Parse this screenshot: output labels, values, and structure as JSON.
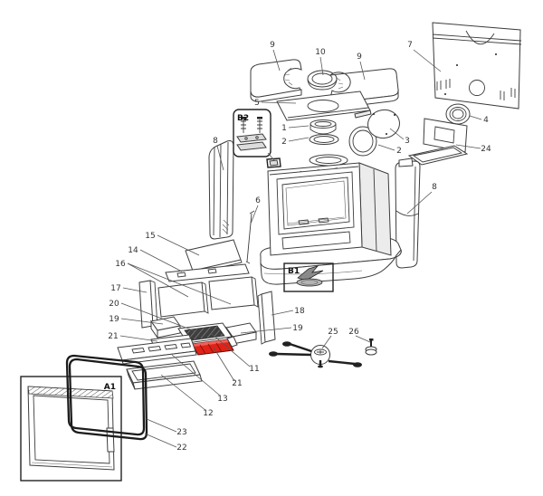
{
  "diagram": {
    "background": "#ffffff",
    "line_color": "#3d3d3d",
    "highlight_color": "#e02318",
    "highlighted_part_label": "21"
  },
  "labels": {
    "t9a": "9",
    "t10": "10",
    "t9b": "9",
    "t7": "7",
    "t5": "5",
    "t1": "1",
    "t2a": "2",
    "t3": "3",
    "t2b": "2",
    "t4": "4",
    "t24": "24",
    "t8a": "8",
    "t8b": "8",
    "t6": "6",
    "t15": "15",
    "t14": "14",
    "t16": "16",
    "t17": "17",
    "t20": "20",
    "t19a": "19",
    "t21a": "21",
    "t18": "18",
    "t19b": "19",
    "t11": "11",
    "t21b": "21",
    "t13": "13",
    "t12": "12",
    "t25": "25",
    "t26": "26",
    "t23": "23",
    "t22": "22",
    "tA1": "A1",
    "tB1": "B1",
    "tB2": "B2"
  }
}
